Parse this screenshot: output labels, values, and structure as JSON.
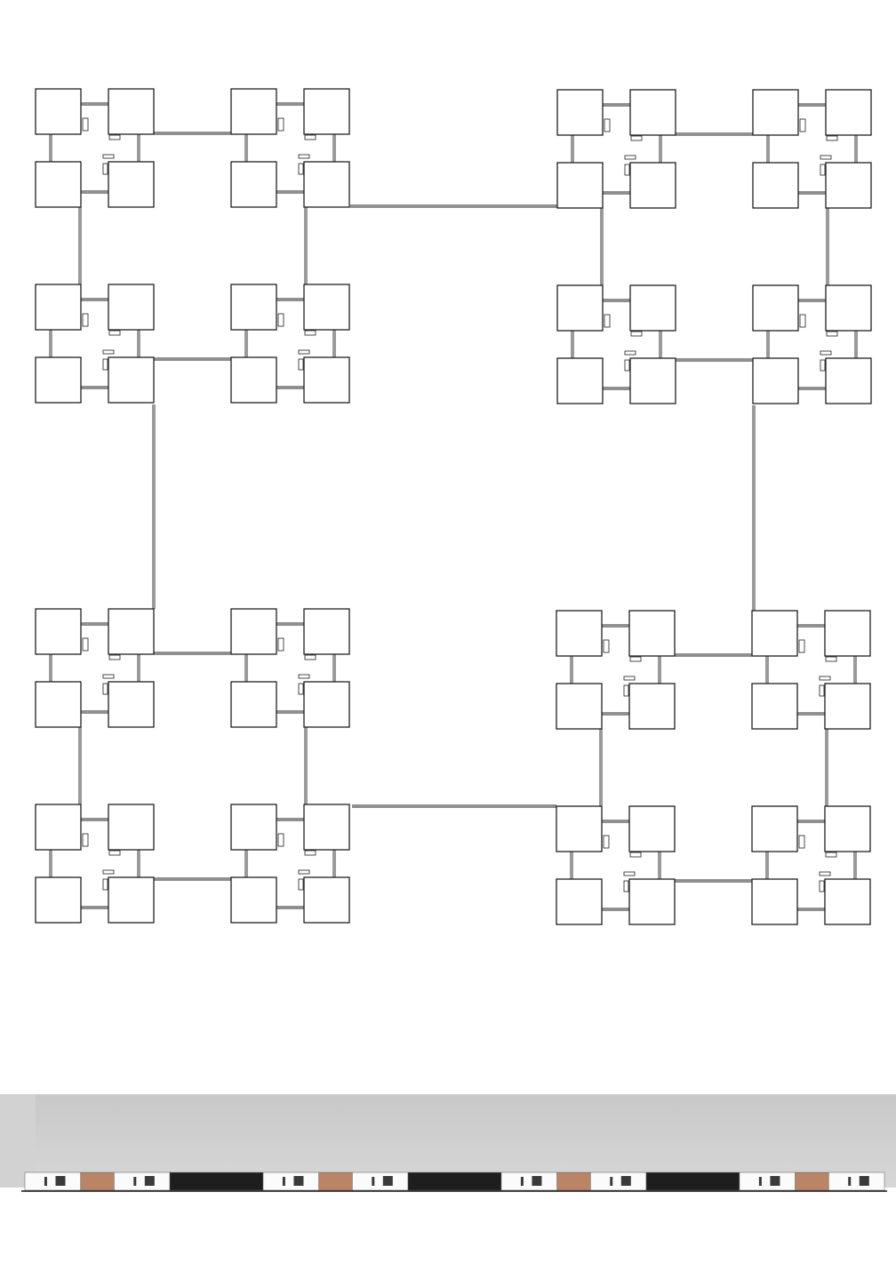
{
  "colors": {
    "background": "#ffffff",
    "stroke": "#1f1f1f",
    "sky_top": "#c8c8c8",
    "sky_bottom": "#d7d7d7",
    "facade_white": "#fbfbfb",
    "facade_dark": "#1e1e1e",
    "timber": "#b98566",
    "window": "#3a3a3a"
  },
  "plan": {
    "description_visible": false,
    "quadrant_labels": [
      "top-left",
      "top-right",
      "bottom-left",
      "bottom-right"
    ]
  },
  "elevation": {
    "segments": [
      "white",
      "timber",
      "white",
      "dark",
      "white",
      "timber",
      "white",
      "dark",
      "white",
      "timber",
      "white",
      "dark",
      "white",
      "timber",
      "white"
    ]
  }
}
